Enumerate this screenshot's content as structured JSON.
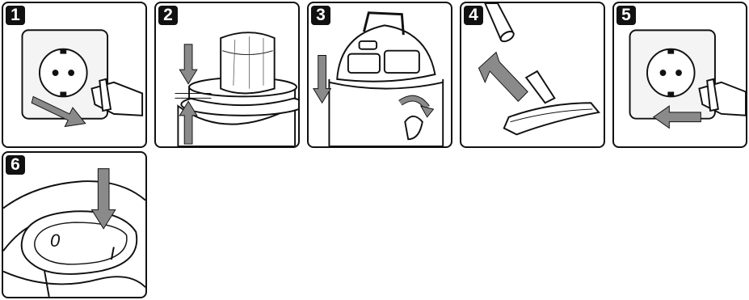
{
  "steps": [
    {
      "number": "1",
      "action": "unplug"
    },
    {
      "number": "2",
      "action": "attach-filter"
    },
    {
      "number": "3",
      "action": "close-container"
    },
    {
      "number": "4",
      "action": "attach-floor-nozzle"
    },
    {
      "number": "5",
      "action": "plug-in"
    },
    {
      "number": "6",
      "action": "switch-on"
    }
  ],
  "switch": {
    "off_label": "0",
    "on_label": "I"
  },
  "colors": {
    "line": "#111111",
    "arrow": "#8a8a8a",
    "socket": "#f2f2f2"
  }
}
